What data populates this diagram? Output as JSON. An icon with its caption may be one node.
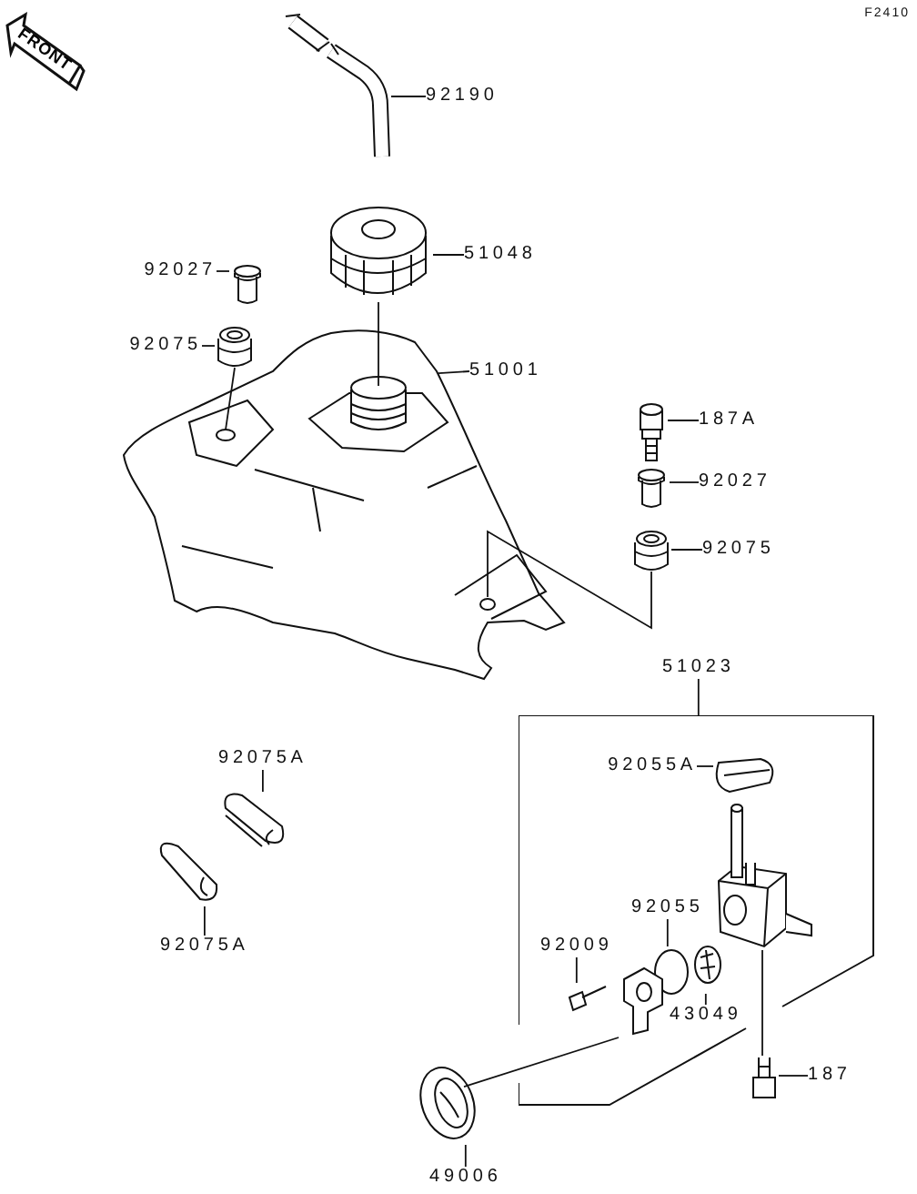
{
  "diagram": {
    "nodes": [
      {
        "text": [
          "FRONT"
        ]
      },
      {
        "text": [
          "92190"
        ]
      },
      {
        "text": [],
        "shape": "picture"
      },
      {
        "text": [
          "51048"
        ]
      },
      {
        "text": [],
        "shape": "picture"
      },
      {
        "text": [
          "92027"
        ]
      },
      {
        "text": [],
        "shape": "picture"
      },
      {
        "text": [
          "92075"
        ]
      },
      {
        "text": [],
        "shape": "picture"
      },
      {
        "text": [
          "51001"
        ]
      },
      {
        "text": [],
        "shape": "picture"
      },
      {
        "text": [
          "187A"
        ]
      },
      {
        "text": [],
        "shape": "picture"
      },
      {
        "text": [
          "92027"
        ]
      },
      {
        "text": [],
        "shape": "picture"
      },
      {
        "text": [
          "92075"
        ]
      },
      {
        "text": [],
        "shape": "picture"
      },
      {
        "text": [
          "51023"
        ]
      },
      {
        "text": [],
        "shape": "bracket"
      },
      {
        "text": [
          "92055A"
        ],
        "in": 18
      },
      {
        "text": [],
        "shape": "picture",
        "in": 18
      },
      {
        "text": [
          "92055"
        ],
        "in": 18
      },
      {
        "text": [],
        "shape": "circle",
        "in": 18
      },
      {
        "text": [
          "92009"
        ],
        "in": 18
      },
      {
        "text": [],
        "shape": "picture",
        "in": 18
      },
      {
        "text": [
          "43049"
        ],
        "in": 18
      },
      {
        "text": [],
        "shape": "picture",
        "in": 18
      },
      {
        "text": [],
        "shape": "picture",
        "in": 18
      },
      {
        "text": [],
        "shape": "picture",
        "in": 18
      },
      {
        "text": [
          "187"
        ],
        "in": 18
      },
      {
        "text": [],
        "shape": "picture",
        "in": 18
      },
      {
        "text": [
          "92075A"
        ]
      },
      {
        "text": [],
        "shape": "picture"
      },
      {
        "text": [],
        "shape": "picture"
      },
      {
        "text": [
          "92075A"
        ]
      },
      {
        "text": [],
        "shape": "picture"
      },
      {
        "text": [
          "49006"
        ]
      }
    ],
    "edges": [
      {
        "from": 1,
        "to": 2,
        "arrow": "none"
      },
      {
        "from": 3,
        "to": 4,
        "arrow": "none"
      },
      {
        "from": 5,
        "to": 6,
        "arrow": "none"
      },
      {
        "from": 7,
        "to": 8,
        "arrow": "none"
      },
      {
        "from": 9,
        "to": 10,
        "arrow": "none"
      },
      {
        "from": 11,
        "to": 12,
        "arrow": "none"
      },
      {
        "from": 13,
        "to": 14,
        "arrow": "none"
      },
      {
        "from": 15,
        "to": 16,
        "arrow": "none"
      },
      {
        "from": 17,
        "to": 18,
        "arrow": "none"
      },
      {
        "from": 19,
        "to": 20,
        "arrow": "none"
      },
      {
        "from": 21,
        "to": 22,
        "arrow": "none"
      },
      {
        "from": 23,
        "to": 24,
        "arrow": "none"
      },
      {
        "from": 25,
        "to": 26,
        "arrow": "none"
      },
      {
        "from": 29,
        "to": 30,
        "arrow": "none"
      },
      {
        "from": 31,
        "to": 32,
        "arrow": "none"
      },
      {
        "from": 34,
        "to": 33,
        "arrow": "none"
      },
      {
        "from": 36,
        "to": 35,
        "arrow": "none"
      },
      {
        "from": 4,
        "to": 10,
        "arrow": "none"
      },
      {
        "from": 8,
        "to": 10,
        "arrow": "none"
      },
      {
        "from": 16,
        "to": 10,
        "arrow": "none"
      },
      {
        "from": 35,
        "to": 28,
        "arrow": "none"
      },
      {
        "from": 27,
        "to": 30,
        "arrow": "none"
      }
    ],
    "labels": [
      "F2410"
    ]
  }
}
